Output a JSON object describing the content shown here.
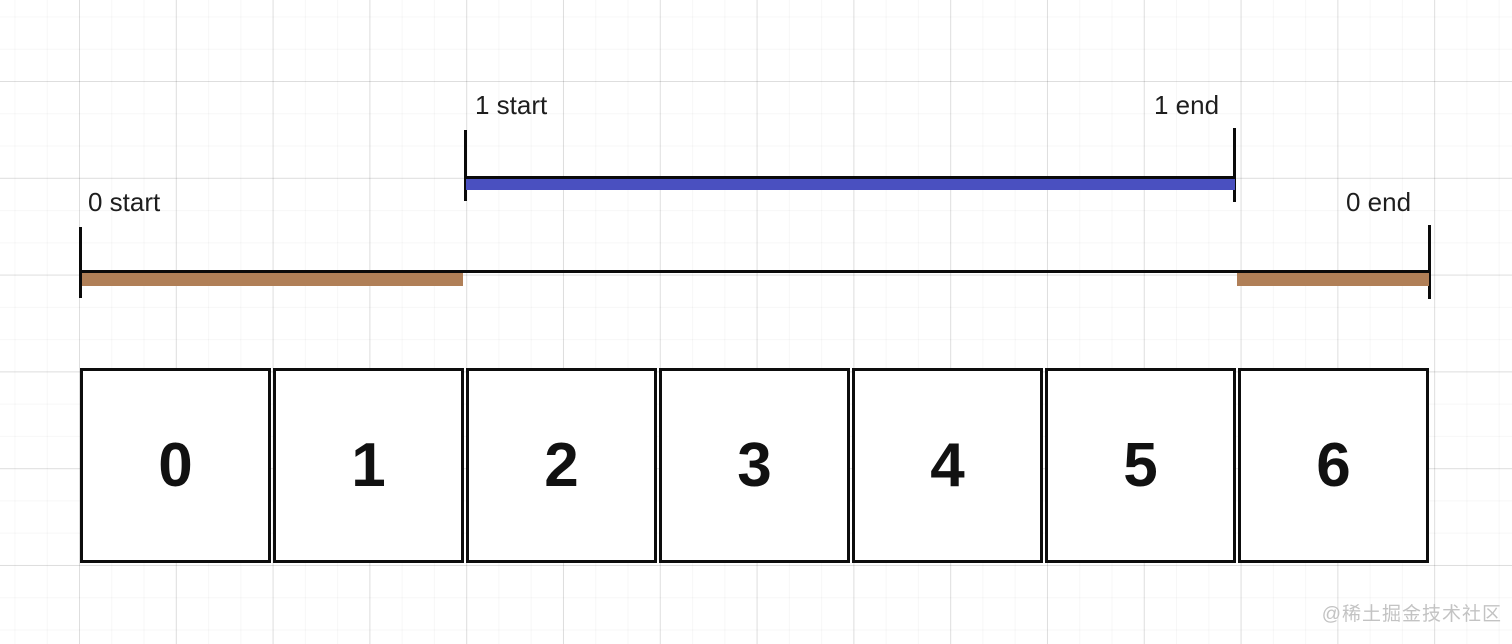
{
  "intervals": {
    "interval_1": {
      "start_label": "1 start",
      "end_label": "1 end",
      "bar_color": "#4a50c0"
    },
    "interval_0": {
      "start_label": "0 start",
      "end_label": "0 end",
      "bar_color": "#b07f57"
    },
    "line_color": "#0a0a0a"
  },
  "array_cells": [
    "0",
    "1",
    "2",
    "3",
    "4",
    "5",
    "6"
  ],
  "watermark": "@稀土掘金技术社区"
}
